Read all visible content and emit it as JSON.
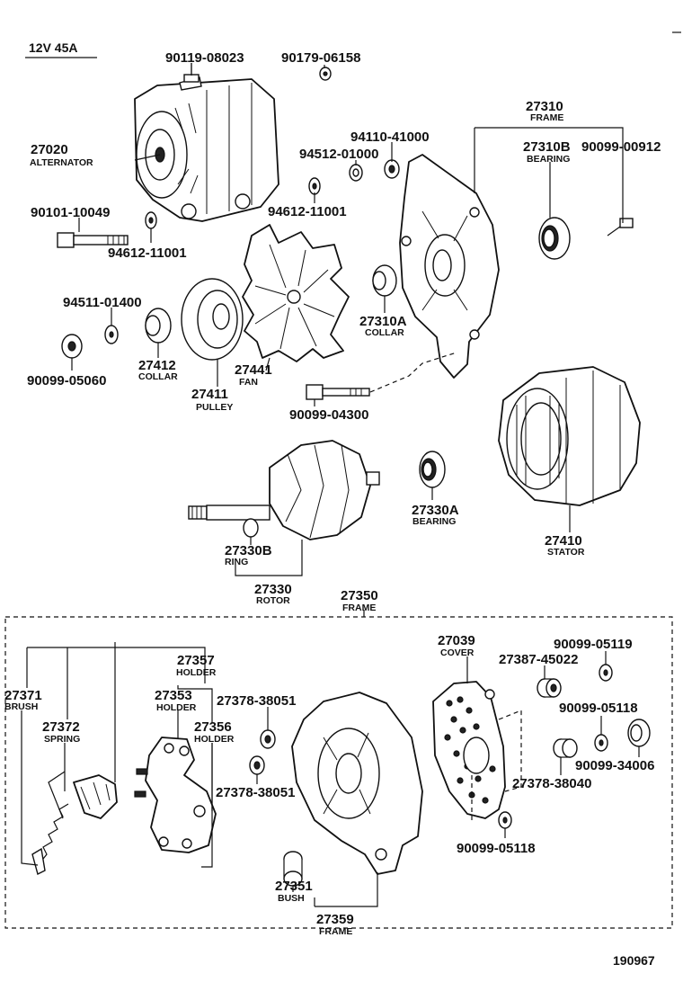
{
  "header": {
    "spec": "12V 45A"
  },
  "footer": {
    "diagram_code": "190967"
  },
  "parts": {
    "p90119": {
      "pn": "90119-08023"
    },
    "p90179": {
      "pn": "90179-06158"
    },
    "p27310": {
      "pn": "27310",
      "name": "FRAME"
    },
    "p94110": {
      "pn": "94110-41000"
    },
    "p94512": {
      "pn": "94512-01000"
    },
    "p27310B": {
      "pn": "27310B",
      "name": "BEARING"
    },
    "p90099_00912": {
      "pn": "90099-00912"
    },
    "p27020": {
      "pn": "27020",
      "name": "ALTERNATOR"
    },
    "p94612_a": {
      "pn": "94612-11001"
    },
    "p90101": {
      "pn": "90101-10049"
    },
    "p94612_b": {
      "pn": "94612-11001"
    },
    "p94511": {
      "pn": "94511-01400"
    },
    "p27310A": {
      "pn": "27310A",
      "name": "COLLAR"
    },
    "p27412": {
      "pn": "27412",
      "name": "COLLAR"
    },
    "p27441": {
      "pn": "27441",
      "name": "FAN"
    },
    "p90099_05060": {
      "pn": "90099-05060"
    },
    "p27411": {
      "pn": "27411",
      "name": "PULLEY"
    },
    "p90099_04300": {
      "pn": "90099-04300"
    },
    "p27330A": {
      "pn": "27330A",
      "name": "BEARING"
    },
    "p27410": {
      "pn": "27410",
      "name": "STATOR"
    },
    "p27330B": {
      "pn": "27330B",
      "name": "RING"
    },
    "p27330": {
      "pn": "27330",
      "name": "ROTOR"
    },
    "p27350": {
      "pn": "27350",
      "name": "FRAME"
    },
    "p27039": {
      "pn": "27039",
      "name": "COVER"
    },
    "p90099_05119": {
      "pn": "90099-05119"
    },
    "p27357": {
      "pn": "27357",
      "name": "HOLDER"
    },
    "p27387": {
      "pn": "27387-45022"
    },
    "p27371": {
      "pn": "27371",
      "name": "BRUSH"
    },
    "p27353": {
      "pn": "27353",
      "name": "HOLDER"
    },
    "p27378_a": {
      "pn": "27378-38051"
    },
    "p90099_05118_a": {
      "pn": "90099-05118"
    },
    "p27372": {
      "pn": "27372",
      "name": "SPRING"
    },
    "p27356": {
      "pn": "27356",
      "name": "HOLDER"
    },
    "p90099_34006": {
      "pn": "90099-34006"
    },
    "p27378_38040": {
      "pn": "27378-38040"
    },
    "p27378_b": {
      "pn": "27378-38051"
    },
    "p90099_05118_b": {
      "pn": "90099-05118"
    },
    "p27351": {
      "pn": "27351",
      "name": "BUSH"
    },
    "p27359": {
      "pn": "27359",
      "name": "FRAME"
    }
  }
}
